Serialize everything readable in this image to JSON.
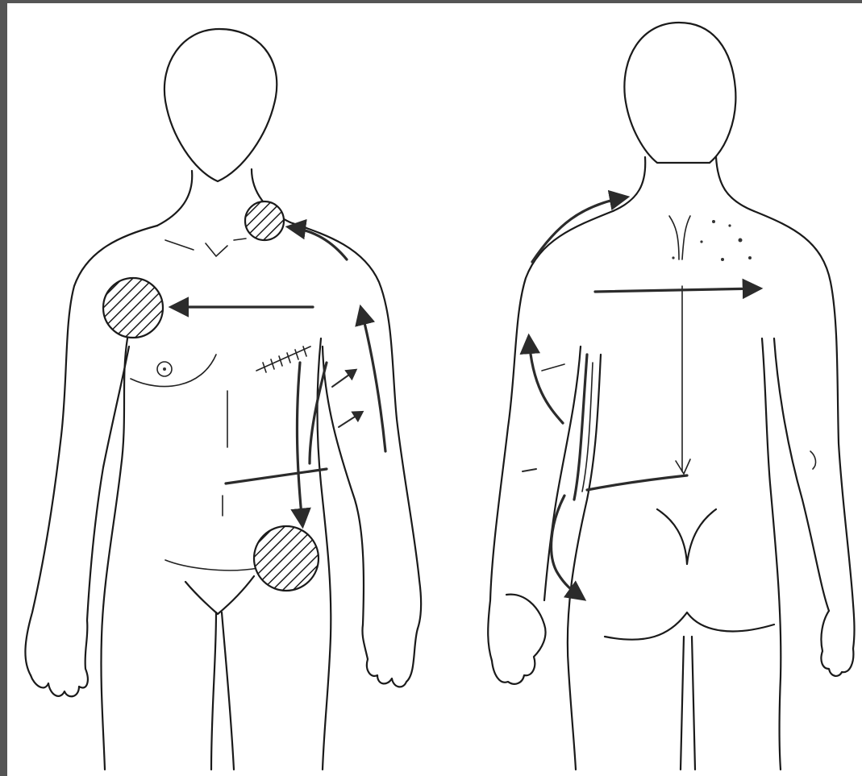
{
  "figure": {
    "views": [
      "front",
      "back"
    ],
    "colors": {
      "background": "#ffffff",
      "line": "#1a1a1a",
      "arrow": "#2b2b2b",
      "border": "#555555"
    },
    "front_view": {
      "shaded_regions": [
        "neck-left",
        "axilla-right",
        "groin-left"
      ],
      "markings": [
        "incision-scar",
        "arrows-to-axilla",
        "arrows-to-groin",
        "arrows-to-neck"
      ]
    },
    "back_view": {
      "markings": [
        "horizontal-arrow-upper-back",
        "arm-arrows",
        "lower-back-line",
        "buttock-arrow"
      ]
    }
  }
}
